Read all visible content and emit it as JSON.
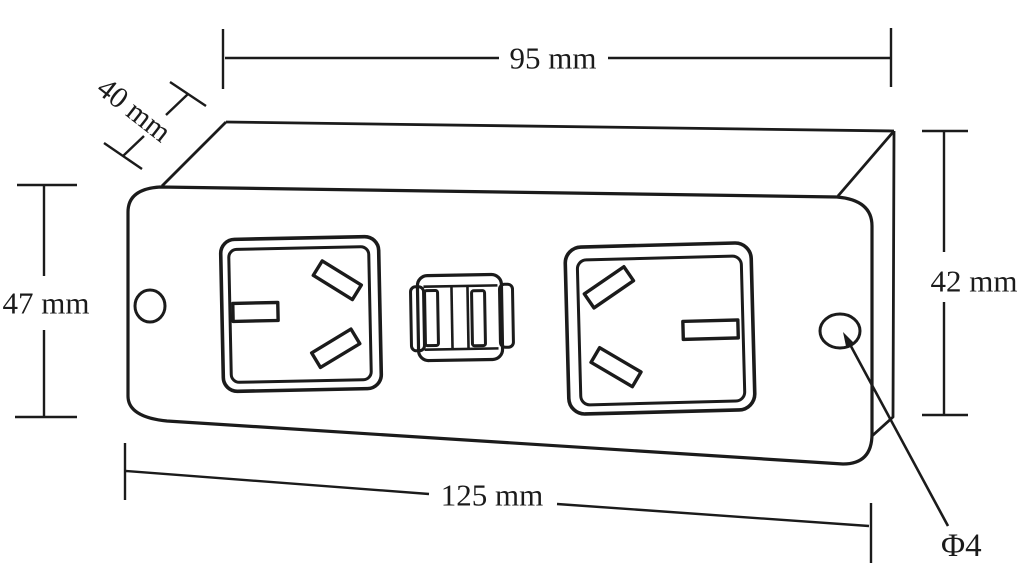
{
  "drawing": {
    "title": "Dual power socket with USB module - dimensioned technical drawing",
    "background_color": "#ffffff",
    "line_color": "#1b1b1b",
    "labels": {
      "top_width": "95 mm",
      "depth": "40 mm",
      "left_height": "47 mm",
      "right_height": "42 mm",
      "bottom_width": "125 mm",
      "hole_diameter": "Φ4"
    }
  }
}
